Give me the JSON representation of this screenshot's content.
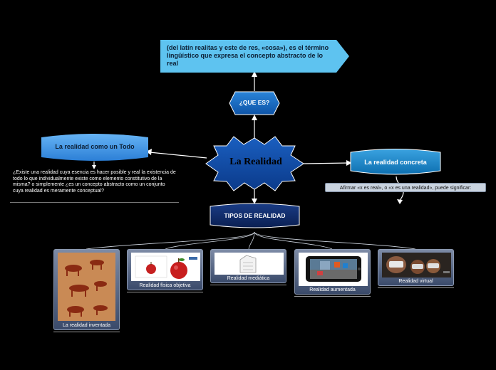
{
  "title": "La Realidad",
  "definition": "(del latín realitas y este de res, «cosa»), es el término lingüístico que expresa el concepto abstracto de lo real",
  "question": "¿QUE ES?",
  "whole": {
    "label": "La realidad como un Todo",
    "description": "¿Existe una realidad cuya esencia es hacer posible y real la existencia de todo lo que individualmente existe como elemento constitutivo de la misma? o simplemente ¿es un concepto abstracto como un conjunto cuya realidad es meramente conceptual?"
  },
  "concrete": {
    "label": "La realidad concreta",
    "note": "Afirmar «x es real», o «x es una realidad», puede significar:"
  },
  "types": {
    "label": "TIPOS DE REALIDAD",
    "items": [
      {
        "caption": "La realidad inventada"
      },
      {
        "caption": "Realidad física objetiva"
      },
      {
        "caption": "Realidad mediática"
      },
      {
        "caption": "Realidad aumentada"
      },
      {
        "caption": "Realidad virtual"
      }
    ]
  },
  "colors": {
    "background": "#000000",
    "callout": "#5ec3f0",
    "question_node": "#1565c0",
    "center_star": "#0d47a1",
    "whole_node": "#3b8de0",
    "concrete_node": "#1e88c8",
    "types_node": "#0d2b66"
  }
}
